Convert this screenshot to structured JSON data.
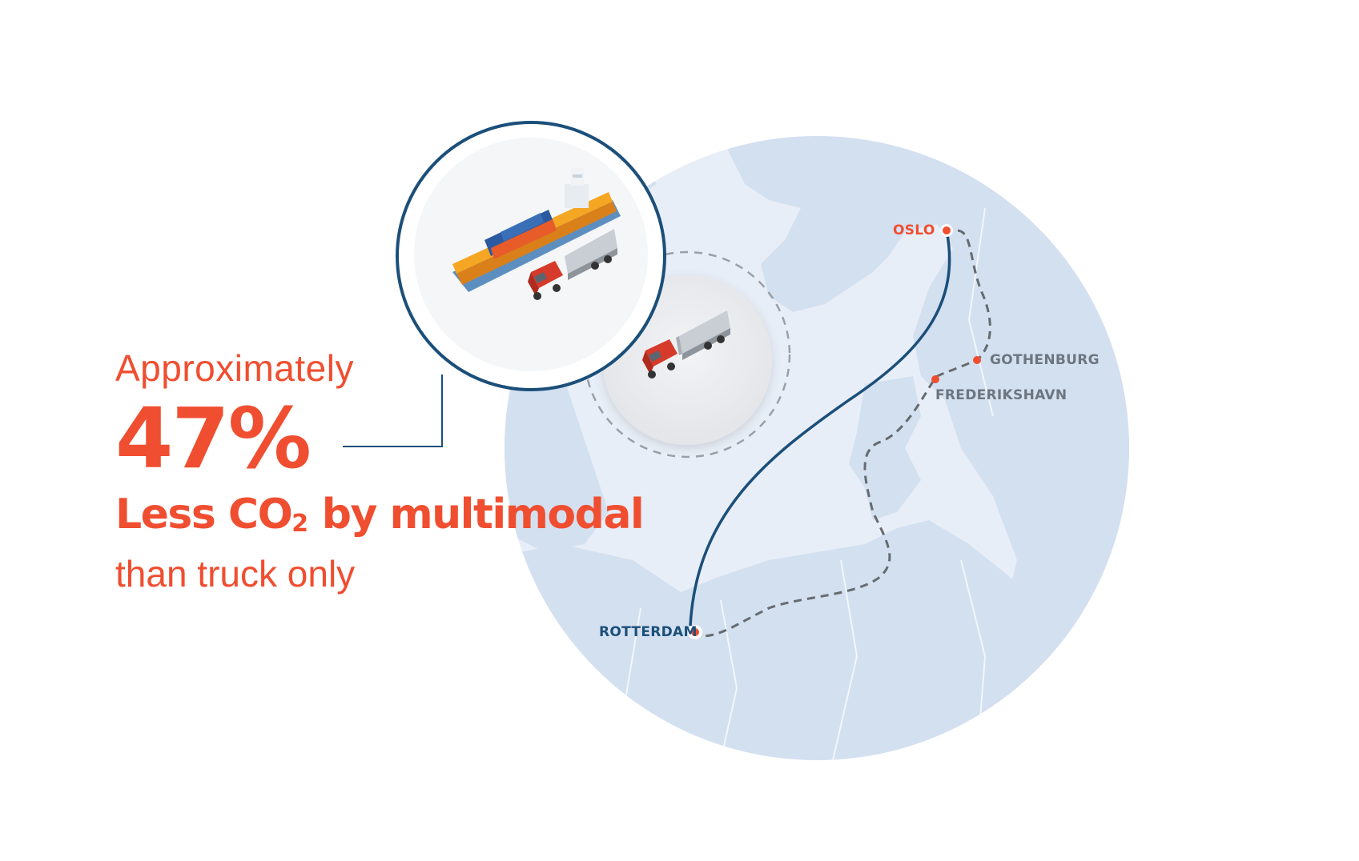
{
  "stat": {
    "lead": "Approximately",
    "percent": "47%",
    "headline_pre": "Less CO",
    "headline_sub": "2",
    "headline_post": " by multimodal",
    "trailer": "than truck only"
  },
  "cities": {
    "oslo": "OSLO",
    "gothenburg": "GOTHENBURG",
    "frederikshavn": "FREDERIKSHAVN",
    "rotterdam": "ROTTERDAM"
  },
  "colors": {
    "accent": "#f04e30",
    "navy": "#1b4f7a",
    "globe": "#dde6f2",
    "land": "#c9d8ec",
    "city_gray": "#6d7580"
  }
}
